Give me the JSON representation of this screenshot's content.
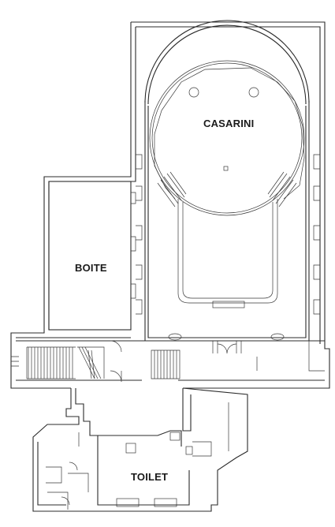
{
  "rooms": {
    "casarini": "CASARINI",
    "boite": "BOITE",
    "toilet": "TOILET"
  },
  "colors": {
    "background": "#ffffff",
    "line": "#2b2b2b"
  }
}
